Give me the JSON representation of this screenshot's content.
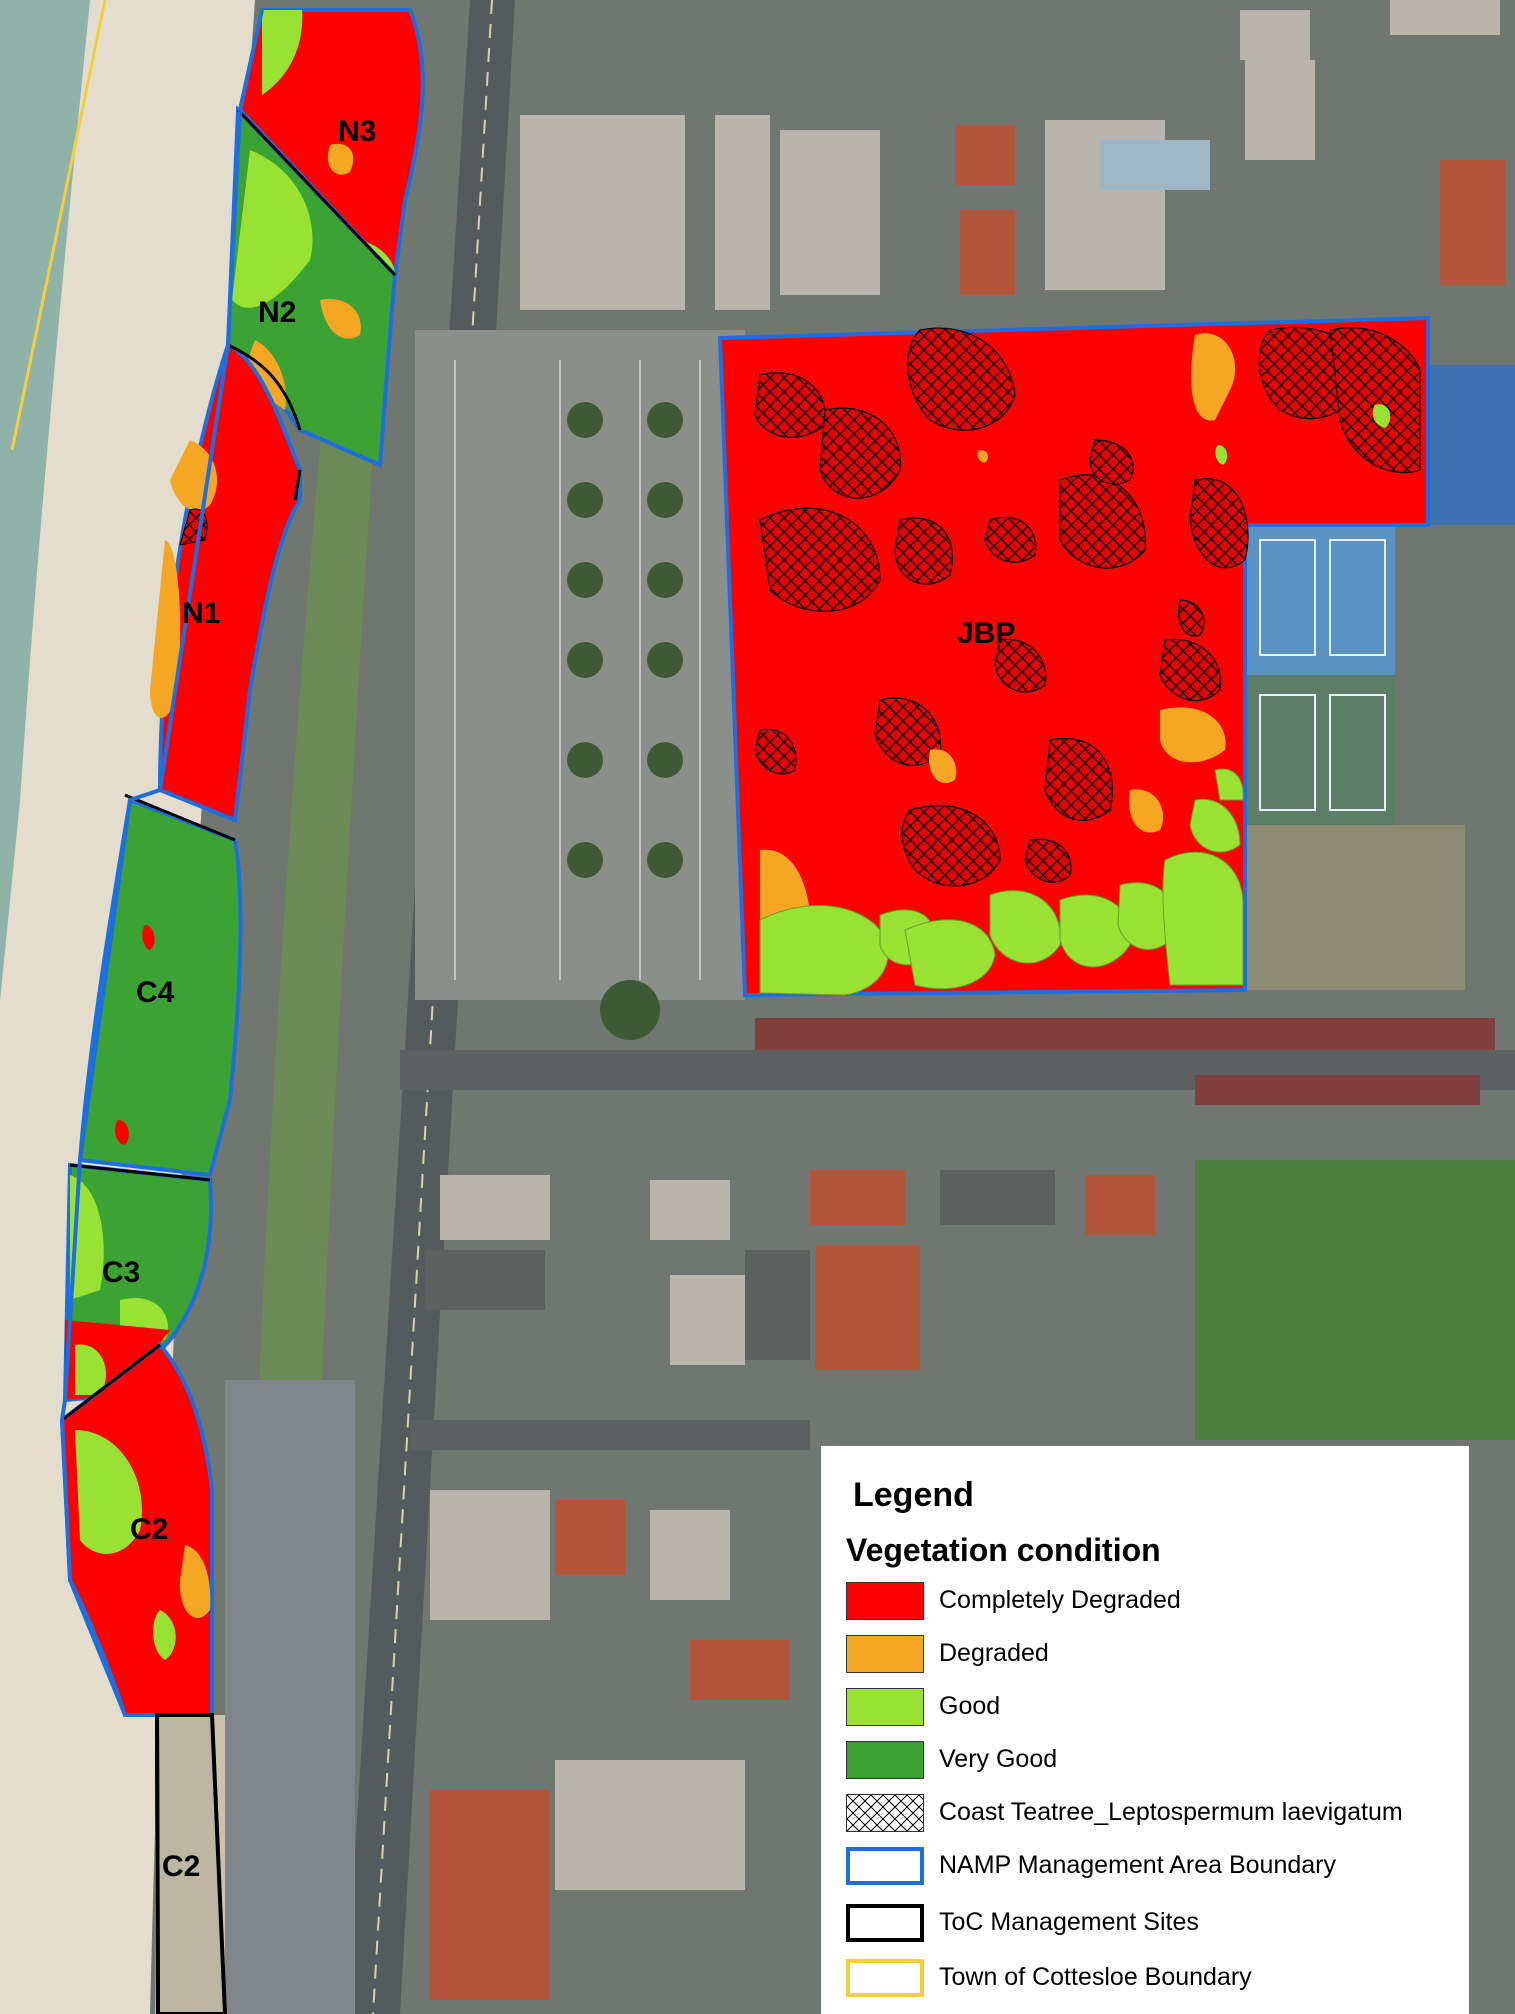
{
  "map": {
    "areas": [
      {
        "id": "n3",
        "label": "N3"
      },
      {
        "id": "n2",
        "label": "N2"
      },
      {
        "id": "n1",
        "label": "N1"
      },
      {
        "id": "c4",
        "label": "C4"
      },
      {
        "id": "c3",
        "label": "C3"
      },
      {
        "id": "c2a",
        "label": "C2"
      },
      {
        "id": "c2b",
        "label": "C2"
      },
      {
        "id": "jbp",
        "label": "JBP"
      }
    ]
  },
  "legend": {
    "title": "Legend",
    "subtitle": "Vegetation condition",
    "items": [
      {
        "label": "Completely Degraded",
        "color": "#ff0000",
        "style": "fill"
      },
      {
        "label": "Degraded",
        "color": "#f5a623",
        "style": "fill"
      },
      {
        "label": "Good",
        "color": "#99e234",
        "style": "fill"
      },
      {
        "label": "Very Good",
        "color": "#3aa334",
        "style": "fill"
      },
      {
        "label": "Coast Teatree_Leptospermum laevigatum",
        "color": "#000000",
        "style": "hatch"
      },
      {
        "label": "NAMP Management Area Boundary",
        "color": "#1c6fe0",
        "style": "outline"
      },
      {
        "label": "ToC Management Sites",
        "color": "#000000",
        "style": "outline"
      },
      {
        "label": "Town of Cottesloe Boundary",
        "color": "#f5cf3b",
        "style": "outline"
      }
    ]
  }
}
